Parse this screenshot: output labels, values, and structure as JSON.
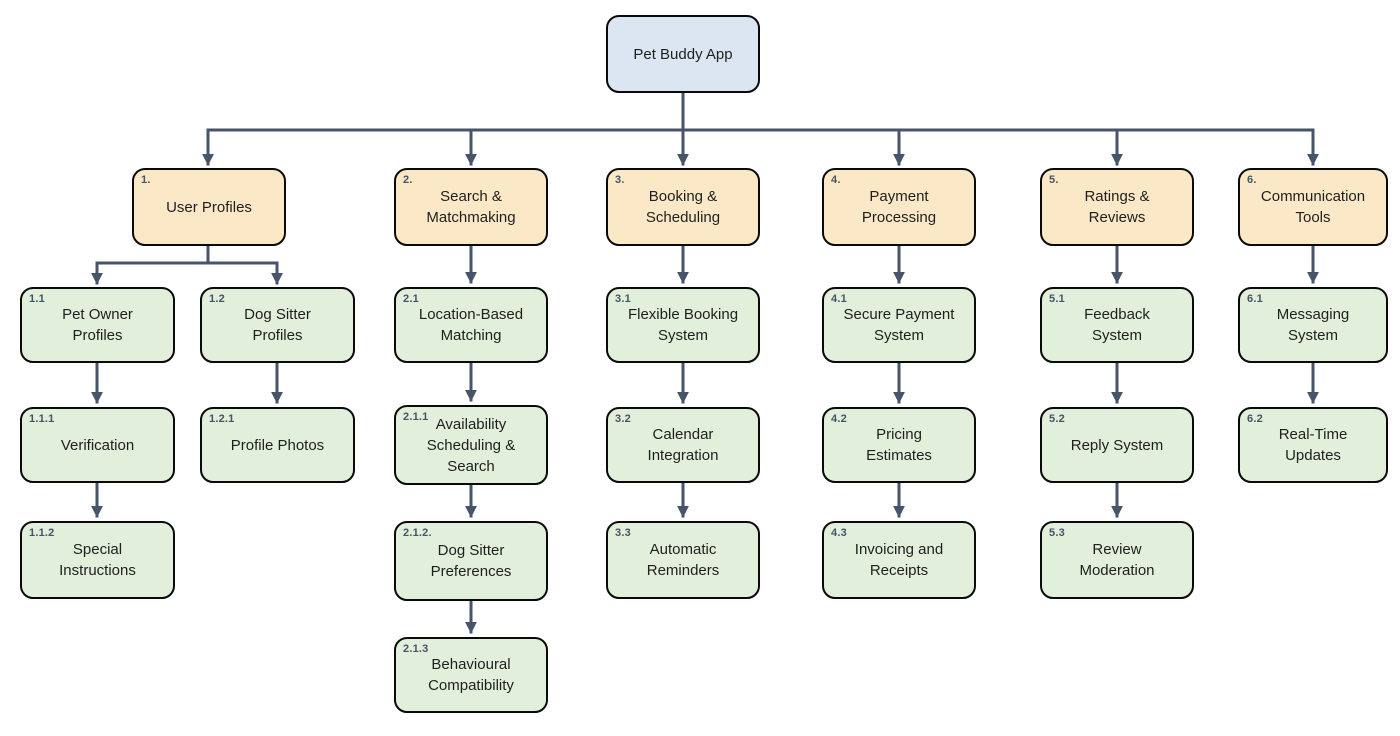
{
  "diagram": {
    "type": "work-breakdown-tree",
    "title": "Pet Buddy App"
  },
  "colors": {
    "root_fill": "#dce6f2",
    "l1_fill": "#fbe8c7",
    "child_fill": "#e2efda",
    "node_border": "#0a0a0a",
    "connector": "#47556b",
    "number_color": "#44546a",
    "label_color": "#1f1f1f",
    "canvas_bg": "#ffffff"
  },
  "nodes": {
    "root": {
      "number": "",
      "label": "Pet Buddy App"
    },
    "n1": {
      "number": "1.",
      "label": "User Profiles"
    },
    "n2": {
      "number": "2.",
      "label": "Search &\nMatchmaking"
    },
    "n3": {
      "number": "3.",
      "label": "Booking &\nScheduling"
    },
    "n4": {
      "number": "4.",
      "label": "Payment\nProcessing"
    },
    "n5": {
      "number": "5.",
      "label": "Ratings &\nReviews"
    },
    "n6": {
      "number": "6.",
      "label": "Communication\nTools"
    },
    "n11": {
      "number": "1.1",
      "label": "Pet Owner\nProfiles"
    },
    "n12": {
      "number": "1.2",
      "label": "Dog Sitter\nProfiles"
    },
    "n111": {
      "number": "1.1.1",
      "label": "Verification"
    },
    "n121": {
      "number": "1.2.1",
      "label": "Profile Photos"
    },
    "n112": {
      "number": "1.1.2",
      "label": "Special\nInstructions"
    },
    "n21": {
      "number": "2.1",
      "label": "Location-Based\nMatching"
    },
    "n211": {
      "number": "2.1.1",
      "label": "Availability\nScheduling &\nSearch"
    },
    "n212": {
      "number": "2.1.2.",
      "label": "Dog Sitter\nPreferences"
    },
    "n213": {
      "number": "2.1.3",
      "label": "Behavioural\nCompatibility"
    },
    "n31": {
      "number": "3.1",
      "label": "Flexible Booking\nSystem"
    },
    "n32": {
      "number": "3.2",
      "label": "Calendar\nIntegration"
    },
    "n33": {
      "number": "3.3",
      "label": "Automatic\nReminders"
    },
    "n41": {
      "number": "4.1",
      "label": "Secure Payment\nSystem"
    },
    "n42": {
      "number": "4.2",
      "label": "Pricing\nEstimates"
    },
    "n43": {
      "number": "4.3",
      "label": "Invoicing and\nReceipts"
    },
    "n51": {
      "number": "5.1",
      "label": "Feedback\nSystem"
    },
    "n52": {
      "number": "5.2",
      "label": "Reply System"
    },
    "n53": {
      "number": "5.3",
      "label": "Review\nModeration"
    },
    "n61": {
      "number": "6.1",
      "label": "Messaging\nSystem"
    },
    "n62": {
      "number": "6.2",
      "label": "Real-Time\nUpdates"
    }
  },
  "edges": [
    [
      "root",
      "1."
    ],
    [
      "root",
      "2."
    ],
    [
      "root",
      "3."
    ],
    [
      "root",
      "4."
    ],
    [
      "root",
      "5."
    ],
    [
      "root",
      "6."
    ],
    [
      "1.",
      "1.1"
    ],
    [
      "1.",
      "1.2"
    ],
    [
      "1.1",
      "1.1.1"
    ],
    [
      "1.1.1",
      "1.1.2"
    ],
    [
      "1.2",
      "1.2.1"
    ],
    [
      "2.",
      "2.1"
    ],
    [
      "2.1",
      "2.1.1"
    ],
    [
      "2.1.1",
      "2.1.2."
    ],
    [
      "2.1.2.",
      "2.1.3"
    ],
    [
      "3.",
      "3.1"
    ],
    [
      "3.1",
      "3.2"
    ],
    [
      "3.2",
      "3.3"
    ],
    [
      "4.",
      "4.1"
    ],
    [
      "4.1",
      "4.2"
    ],
    [
      "4.2",
      "4.3"
    ],
    [
      "5.",
      "5.1"
    ],
    [
      "5.1",
      "5.2"
    ],
    [
      "5.2",
      "5.3"
    ],
    [
      "6.",
      "6.1"
    ],
    [
      "6.1",
      "6.2"
    ]
  ]
}
